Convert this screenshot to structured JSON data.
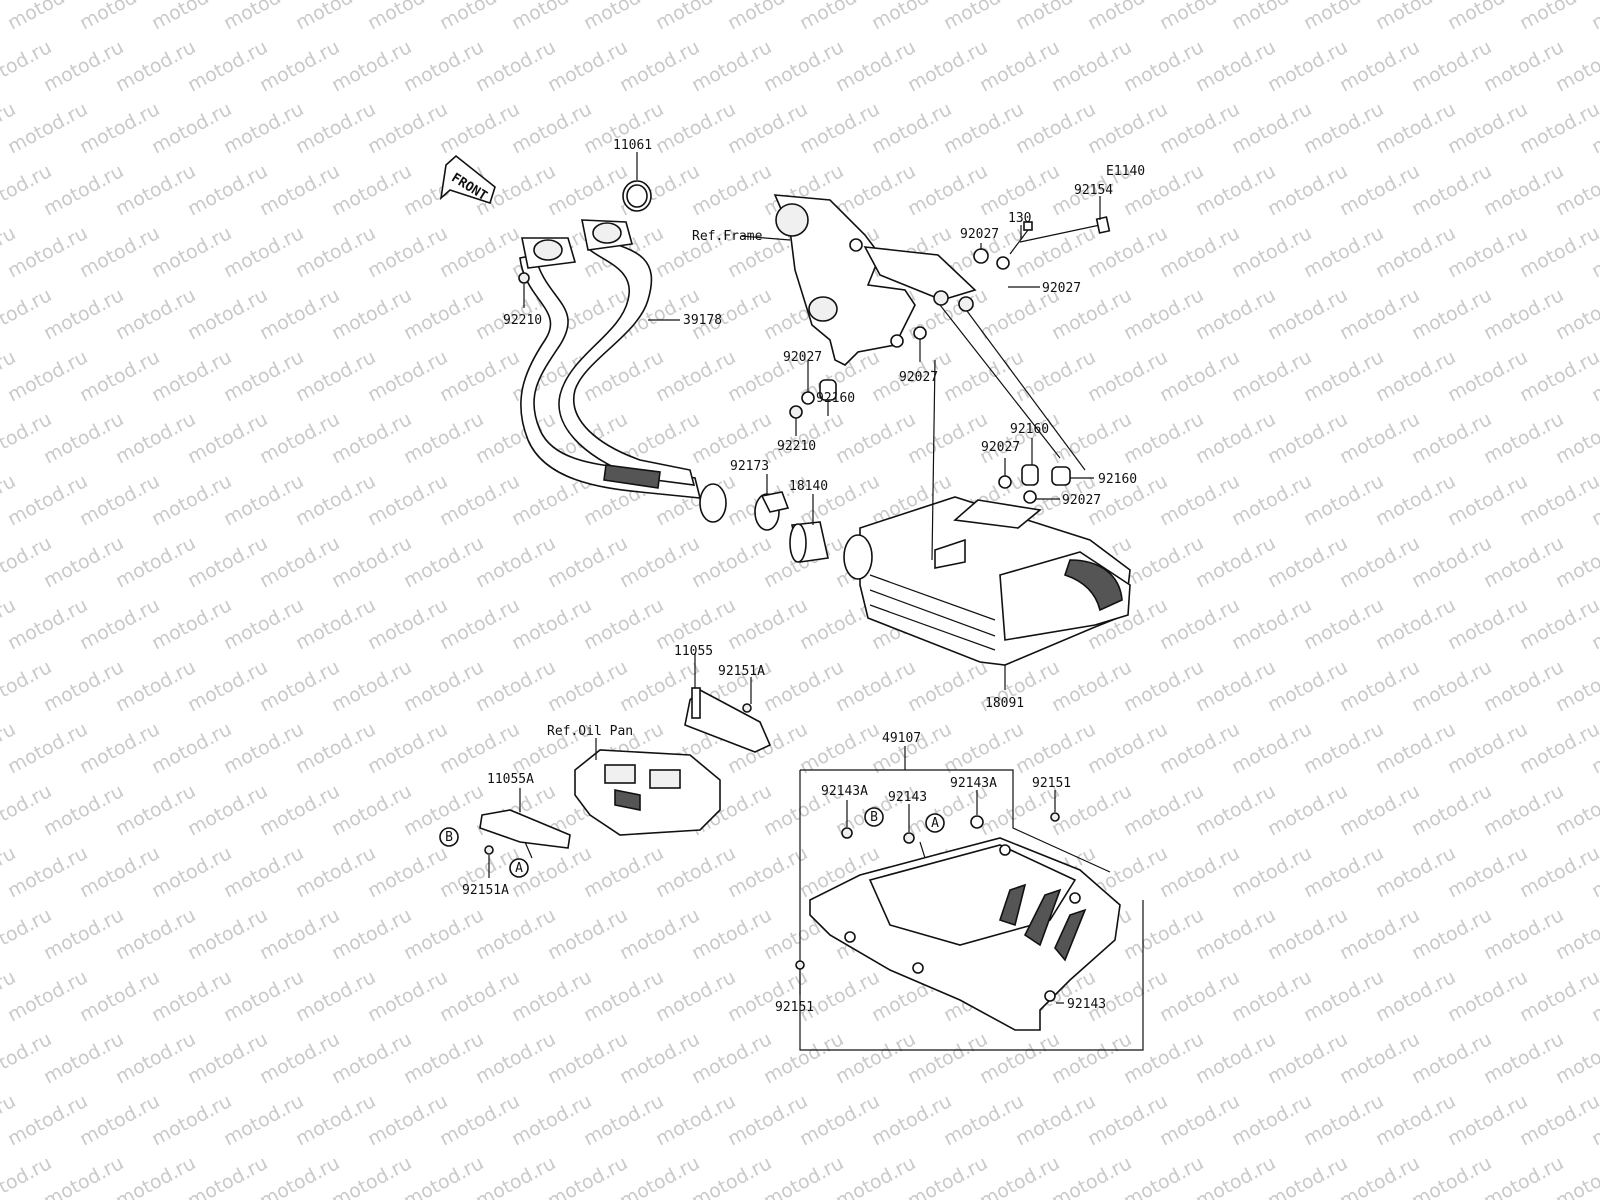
{
  "watermark": "motod.ru",
  "diagram_code": "E1140",
  "front_label": "FRONT",
  "ref_labels": {
    "frame": "Ref.Frame",
    "oil_pan": "Ref.Oil Pan"
  },
  "markers": {
    "a": "A",
    "b": "B"
  },
  "parts": {
    "p11061": "11061",
    "p39178": "39178",
    "p92210_a": "92210",
    "p92210_b": "92210",
    "p92154": "92154",
    "p130": "130",
    "p92027_a": "92027",
    "p92027_b": "92027",
    "p92027_c": "92027",
    "p92027_d": "92027",
    "p92027_e": "92027",
    "p92027_f": "92027",
    "p92160_a": "92160",
    "p92160_b": "92160",
    "p92160_c": "92160",
    "p92173": "92173",
    "p18140": "18140",
    "p18091": "18091",
    "p11055": "11055",
    "p92151A_a": "92151A",
    "p92151A_b": "92151A",
    "p11055A": "11055A",
    "p49107": "49107",
    "p92143A_a": "92143A",
    "p92143A_b": "92143A",
    "p92143_a": "92143",
    "p92143_b": "92143",
    "p92151_a": "92151",
    "p92151_b": "92151"
  }
}
